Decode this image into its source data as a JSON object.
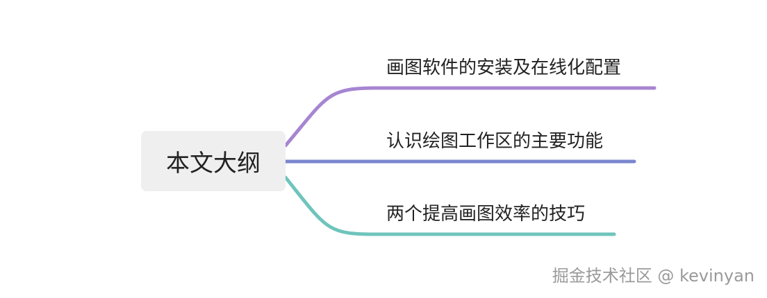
{
  "root": {
    "label": "本文大纲"
  },
  "branches": [
    {
      "label": "画图软件的安装及在线化配置",
      "color": "#a685d2"
    },
    {
      "label": "认识绘图工作区的主要功能",
      "color": "#7a86cf"
    },
    {
      "label": "两个提高画图效率的技巧",
      "color": "#6fc4bc"
    }
  ],
  "watermark": "掘金技术社区 @ kevinyan"
}
